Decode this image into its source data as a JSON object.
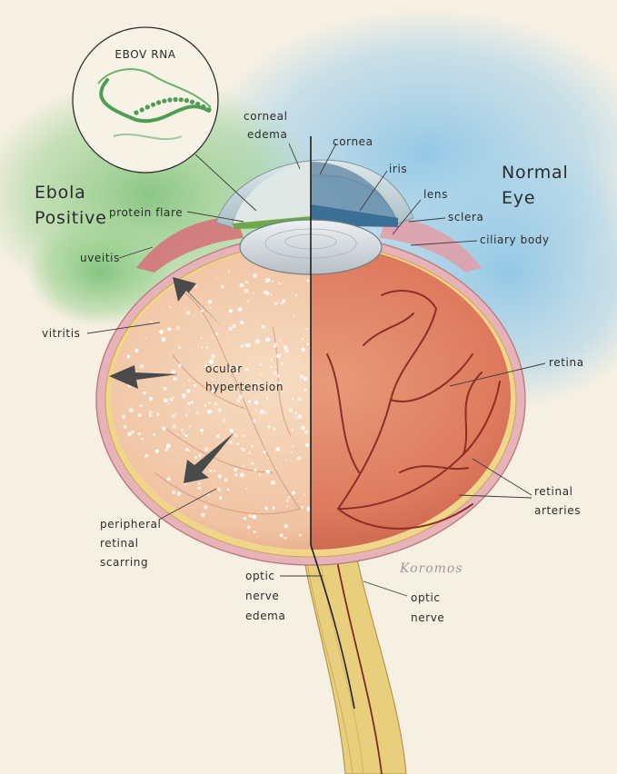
{
  "inset": {
    "title": "EBOV RNA"
  },
  "sides": {
    "left_title_1": "Ebola",
    "left_title_2": "Positive",
    "right_title_1": "Normal",
    "right_title_2": "Eye"
  },
  "labels": {
    "corneal_edema_1": "corneal",
    "corneal_edema_2": "edema",
    "cornea": "cornea",
    "iris": "iris",
    "lens": "lens",
    "sclera": "sclera",
    "ciliary_body": "ciliary body",
    "protein_flare": "protein flare",
    "uveitis": "uveitis",
    "vitritis": "vitritis",
    "ocular_hypertension_1": "ocular",
    "ocular_hypertension_2": "hypertension",
    "retina": "retina",
    "retinal_arteries_1": "retinal",
    "retinal_arteries_2": "arteries",
    "peripheral_1": "peripheral",
    "peripheral_2": "retinal",
    "peripheral_3": "scarring",
    "optic_edema_1": "optic",
    "optic_edema_2": "nerve",
    "optic_edema_3": "edema",
    "optic_nerve_1": "optic",
    "optic_nerve_2": "nerve"
  },
  "signature": "Koromos",
  "colors": {
    "background": "#f6f0e3",
    "retina_normal": "#e2856a",
    "vitreous_ebola": "#f2c9a8",
    "sclera": "#e7b2b8",
    "nerve": "#e8cf7e",
    "wash_blue": "#a9d3ea",
    "wash_green": "#8fca86"
  }
}
